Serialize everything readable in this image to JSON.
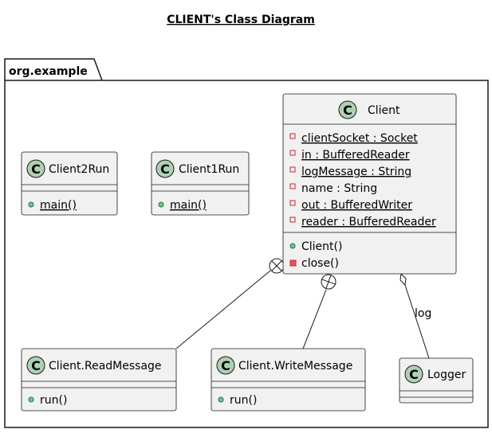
{
  "title": "CLIENT's Class Diagram",
  "package": {
    "name": "org.example"
  },
  "classes": {
    "client2run": {
      "name": "Client2Run",
      "methods": [
        {
          "vis": "public",
          "text": "main()",
          "static": true
        }
      ]
    },
    "client1run": {
      "name": "Client1Run",
      "methods": [
        {
          "vis": "public",
          "text": "main()",
          "static": true
        }
      ]
    },
    "client": {
      "name": "Client",
      "fields": [
        {
          "vis": "private",
          "text": "clientSocket : Socket",
          "static": true
        },
        {
          "vis": "private",
          "text": "in : BufferedReader",
          "static": true
        },
        {
          "vis": "private",
          "text": "logMessage : String",
          "static": true
        },
        {
          "vis": "private",
          "text": "name : String",
          "static": false
        },
        {
          "vis": "private",
          "text": "out : BufferedWriter",
          "static": true
        },
        {
          "vis": "private",
          "text": "reader : BufferedReader",
          "static": true
        }
      ],
      "methods": [
        {
          "vis": "public",
          "text": "Client()",
          "static": false
        },
        {
          "vis": "private",
          "text": "close()",
          "static": false
        }
      ]
    },
    "readmessage": {
      "name": "Client.ReadMessage",
      "methods": [
        {
          "vis": "public",
          "text": "run()",
          "static": false
        }
      ]
    },
    "writemessage": {
      "name": "Client.WriteMessage",
      "methods": [
        {
          "vis": "public",
          "text": "run()",
          "static": false
        }
      ]
    },
    "logger": {
      "name": "Logger"
    }
  },
  "relations": {
    "log_label": "log"
  },
  "stereotype_letter": "C",
  "colors": {
    "class_fill": "#F1F1F1",
    "border": "#181818",
    "circle_fill": "#ADD1B2",
    "public_fill": "#84BE84",
    "public_stroke": "#038048",
    "private_fill": "#F24D5C",
    "private_stroke": "#C82930"
  }
}
